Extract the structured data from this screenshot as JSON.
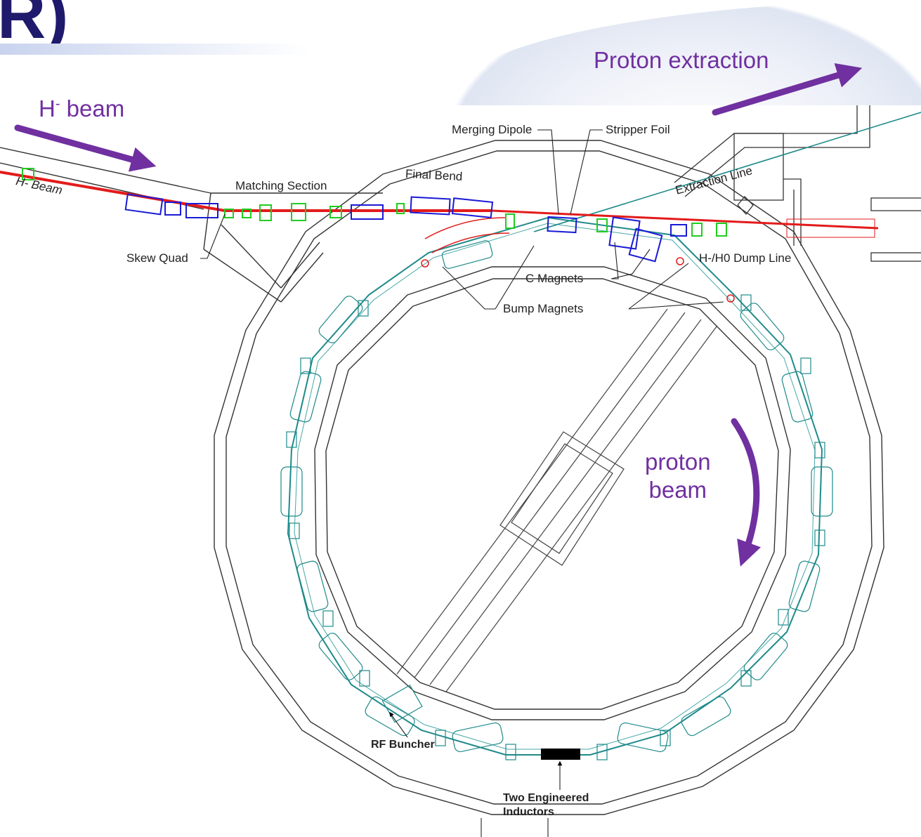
{
  "slide": {
    "title_fragment": "R)"
  },
  "callouts": {
    "h_beam_prefix": "H",
    "h_beam_superscript": "-",
    "h_beam_suffix": " beam",
    "proton_extraction": "Proton extraction",
    "proton_beam_line1": "proton",
    "proton_beam_line2": "beam"
  },
  "diagram_labels": {
    "merging_dipole": "Merging Dipole",
    "stripper_foil": "Stripper Foil",
    "final_bend": "Final Bend",
    "matching_section": "Matching Section",
    "h_minus_beam": "H- Beam",
    "skew_quad": "Skew Quad",
    "extraction_line": "Extraction Line",
    "dump_line": "H-/H0 Dump Line",
    "c_magnets": "C Magnets",
    "bump_magnets": "Bump Magnets",
    "rf_buncher": "RF Buncher",
    "inductors_line1": "Two Engineered",
    "inductors_line2": "Inductors"
  },
  "colors": {
    "callout_purple": "#7030a0",
    "ring_teal": "#1f8a8a",
    "injection_red": "#e31b1b",
    "magnet_blue": "#1a1ad6",
    "quad_green": "#22cc22",
    "title_navy": "#1f1a6b"
  }
}
